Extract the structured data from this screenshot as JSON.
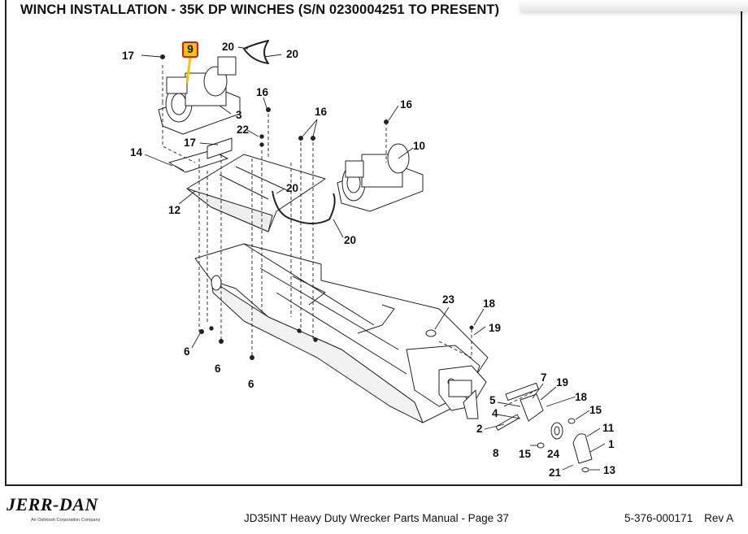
{
  "page_title": "WINCH INSTALLATION - 35K DP WINCHES (S/N 0230004251 TO PRESENT)",
  "callouts": {
    "c17a": "17",
    "c9": "9",
    "c20a": "20",
    "c20b": "20",
    "c3": "3",
    "c16a": "16",
    "c16b": "16",
    "c16c": "16",
    "c22": "22",
    "c17b": "17",
    "c14": "14",
    "c10": "10",
    "c20c": "20",
    "c12": "12",
    "c20d": "20",
    "c23": "23",
    "c18a": "18",
    "c19a": "19",
    "c6a": "6",
    "c6b": "6",
    "c6c": "6",
    "c7": "7",
    "c19b": "19",
    "c18b": "18",
    "c5": "5",
    "c4": "4",
    "c15a": "15",
    "c2": "2",
    "c11": "11",
    "c1": "1",
    "c8": "8",
    "c15b": "15",
    "c24": "24",
    "c21": "21",
    "c13": "13"
  },
  "highlight": {
    "label": "9",
    "fill_color": "#f3c400",
    "border_color": "#d21b1b"
  },
  "footer": {
    "brand": "JERR-DAN",
    "brand_sub": "An Oshkosh Corporation Company",
    "manual": "JD35INT Heavy Duty Wrecker Parts Manual - Page 37",
    "doc_number": "5-376-000171",
    "revision": "Rev A"
  }
}
